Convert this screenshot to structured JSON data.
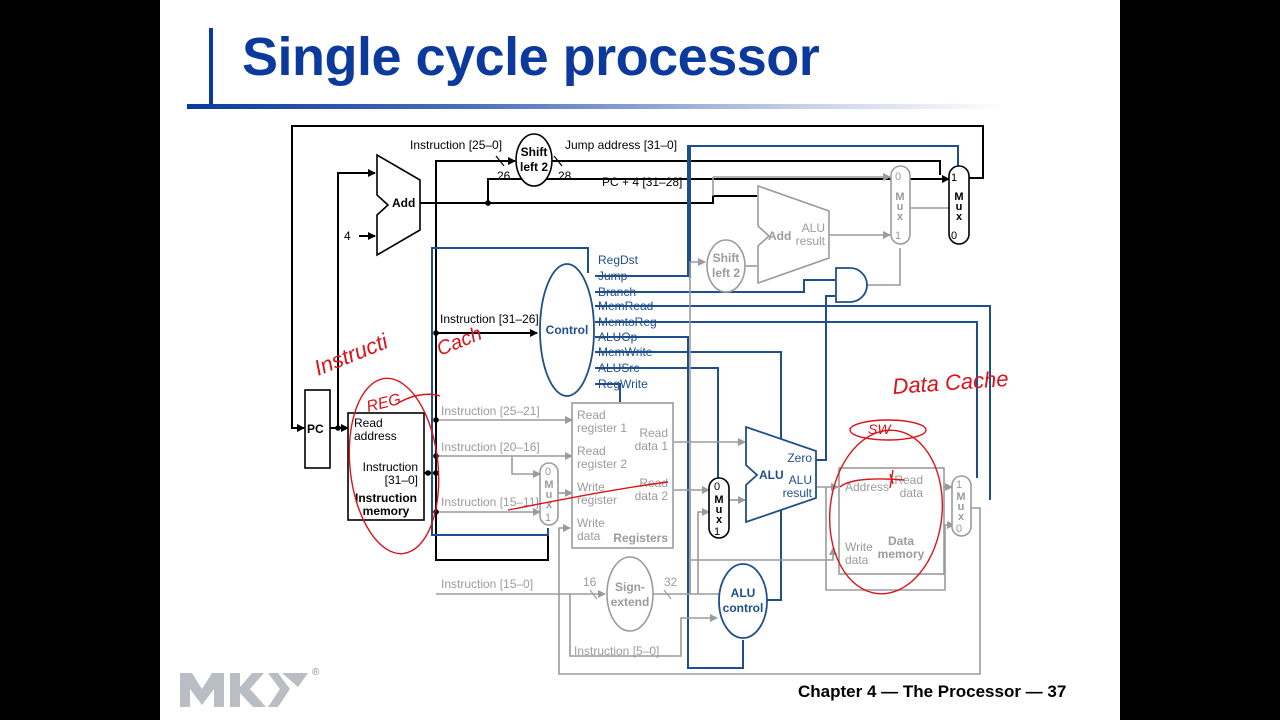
{
  "slide": {
    "title": "Single cycle processor",
    "footer": "Chapter 4 — The Processor — 37",
    "logo": "MK",
    "logo_mark": "®"
  },
  "datapath": {
    "pc": "PC",
    "add_pc": "Add",
    "four": "4",
    "instr_25_0": "Instruction [25–0]",
    "shift_left_2_top": "Shift",
    "shift_left_2_bottom": "left 2",
    "bits_26": "26",
    "bits_28": "28",
    "jump_address": "Jump address [31–0]",
    "pc4_31_28": "PC + 4 [31–28]",
    "instr_31_26": "Instruction [31–26]",
    "control": "Control",
    "signals": [
      "RegDst",
      "Jump",
      "Branch",
      "MemRead",
      "MemtoReg",
      "ALUOp",
      "MemWrite",
      "ALUSrc",
      "RegWrite"
    ],
    "imem": {
      "read_address_1": "Read",
      "read_address_2": "address",
      "instruction_1": "Instruction",
      "instruction_2": "[31–0]",
      "name_1": "Instruction",
      "name_2": "memory"
    },
    "instr_25_21": "Instruction [25–21]",
    "instr_20_16": "Instruction [20–16]",
    "instr_15_11": "Instruction [15–11]",
    "instr_15_0": "Instruction [15–0]",
    "instr_5_0": "Instruction [5–0]",
    "registers": {
      "read_reg1_1": "Read",
      "read_reg1_2": "register 1",
      "read_reg2_1": "Read",
      "read_reg2_2": "register 2",
      "write_reg_1": "Write",
      "write_reg_2": "register",
      "write_data_1": "Write",
      "write_data_2": "data",
      "read_data1_1": "Read",
      "read_data1_2": "data 1",
      "read_data2_1": "Read",
      "read_data2_2": "data 2",
      "name": "Registers"
    },
    "shift_left_2b_top": "Shift",
    "shift_left_2b_bottom": "left 2",
    "add_branch": "Add",
    "alu_result_1": "ALU",
    "alu_result_2": "result",
    "alu": "ALU",
    "zero": "Zero",
    "alu_out_1": "ALU",
    "alu_out_2": "result",
    "sign_extend_1": "Sign-",
    "sign_extend_2": "extend",
    "bits_16": "16",
    "bits_32": "32",
    "alu_control_1": "ALU",
    "alu_control_2": "control",
    "dmem": {
      "address": "Address",
      "read_data_1": "Read",
      "read_data_2": "data",
      "write_data_1": "Write",
      "write_data_2": "data",
      "name_1": "Data",
      "name_2": "memory"
    },
    "mux_letters": [
      "M",
      "u",
      "x"
    ],
    "mux_0": "0",
    "mux_1": "1"
  },
  "annotations": {
    "instruction_cache_1": "Instructi",
    "instruction_cache_2": "Cach",
    "reg": "REG",
    "data_cache": "Data Cache",
    "sw": "SW",
    "ink_color": "#d8141b"
  },
  "colors": {
    "title": "#0b3a9c",
    "control_path": "#1f4e8c",
    "active": "#000000",
    "inactive": "#9b9b9b"
  }
}
